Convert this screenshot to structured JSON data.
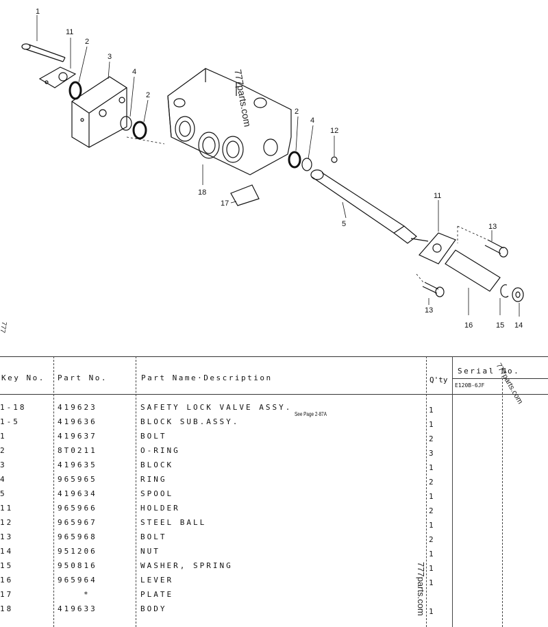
{
  "watermarks": {
    "diagram_top": "777parts.com",
    "header_corner": "777parts.com",
    "qty_column": "777parts.com",
    "left_edge": "777"
  },
  "callouts": [
    "1",
    "11",
    "2",
    "3",
    "4",
    "2",
    "2",
    "4",
    "12",
    "18",
    "17",
    "5",
    "11",
    "13",
    "13",
    "16",
    "15",
    "14"
  ],
  "table": {
    "headers": {
      "key": "Key No.",
      "part": "Part No.",
      "name": "Part Name·Description",
      "qty": "Q'ty",
      "serial": "Serial No.",
      "serial_sub": "E120B-6JF"
    },
    "rows": [
      {
        "key": "1-18",
        "part": "419623",
        "name": "SAFETY LOCK VALVE ASSY.",
        "qty": "1"
      },
      {
        "key": "1-5",
        "part": "419636",
        "name": "BLOCK SUB.ASSY.",
        "qty": "1"
      },
      {
        "key": "1",
        "part": "419637",
        "name": "BOLT",
        "qty": "2"
      },
      {
        "key": "2",
        "part": "8T0211",
        "name": "O-RING",
        "qty": "3"
      },
      {
        "key": "3",
        "part": "419635",
        "name": "BLOCK",
        "qty": "1"
      },
      {
        "key": "4",
        "part": "965965",
        "name": "RING",
        "qty": "2"
      },
      {
        "key": "5",
        "part": "419634",
        "name": "SPOOL",
        "qty": "1"
      },
      {
        "key": "11",
        "part": "965966",
        "name": "HOLDER",
        "qty": "2"
      },
      {
        "key": "12",
        "part": "965967",
        "name": "STEEL BALL",
        "qty": "1"
      },
      {
        "key": "13",
        "part": "965968",
        "name": "BOLT",
        "qty": "2"
      },
      {
        "key": "14",
        "part": "951206",
        "name": "NUT",
        "qty": "1"
      },
      {
        "key": "15",
        "part": "950816",
        "name": "WASHER, SPRING",
        "qty": "1"
      },
      {
        "key": "16",
        "part": "965964",
        "name": "LEVER",
        "qty": "1"
      },
      {
        "key": "17",
        "part": "*",
        "name": "PLATE",
        "qty": ""
      },
      {
        "key": "18",
        "part": "419633",
        "name": "BODY",
        "qty": "1"
      }
    ],
    "note": "See Page 2-87A"
  }
}
